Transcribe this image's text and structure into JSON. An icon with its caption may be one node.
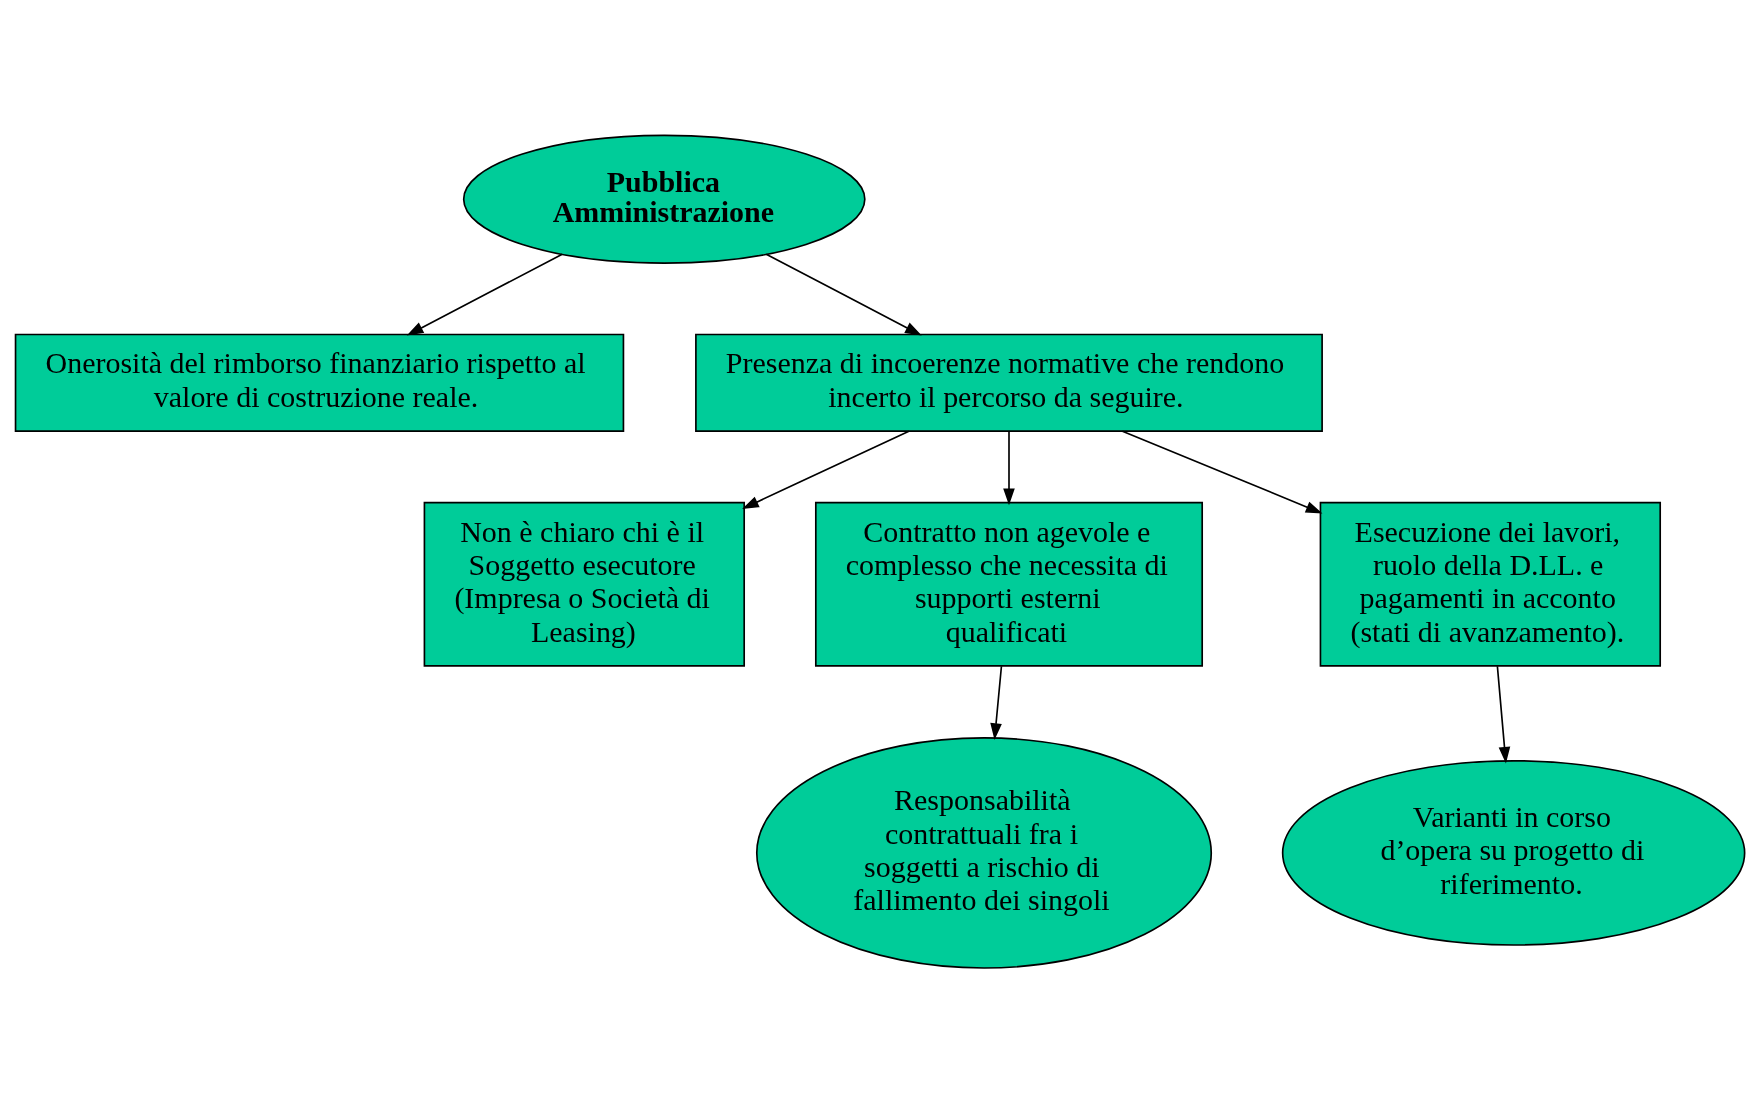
{
  "diagram": {
    "nodes": [
      {
        "text": [
          "Pubblica Amministrazione"
        ]
      },
      {
        "text": [
          "Onerosità del rimborso finanziario rispetto al valore di costruzione reale."
        ]
      },
      {
        "text": [
          "Presenza di incoerenze normative che rendono incerto il percorso da seguire."
        ]
      },
      {
        "text": [
          "Non è chiaro chi è il Soggetto esecutore (Impresa o Società di Leasing)"
        ]
      },
      {
        "text": [
          "Contratto non agevole e complesso che necessita di supporti esterni qualificati"
        ]
      },
      {
        "text": [
          "Esecuzione dei lavori, ruolo della D.LL. e pagamenti in acconto (stati di avanzamento)."
        ]
      },
      {
        "text": [
          "Responsabilità contrattuali fra i soggetti a rischio di fallimento dei singoli"
        ]
      },
      {
        "text": [
          "Varianti in corso d’opera su progetto di riferimento."
        ]
      }
    ],
    "edges": [
      {
        "from": 0,
        "to": 1,
        "arrow": "to"
      },
      {
        "from": 0,
        "to": 2,
        "arrow": "to"
      },
      {
        "from": 2,
        "to": 3,
        "arrow": "to"
      },
      {
        "from": 2,
        "to": 4,
        "arrow": "to"
      },
      {
        "from": 2,
        "to": 5,
        "arrow": "to"
      },
      {
        "from": 4,
        "to": 6,
        "arrow": "to"
      },
      {
        "from": 5,
        "to": 7,
        "arrow": "to"
      }
    ]
  }
}
